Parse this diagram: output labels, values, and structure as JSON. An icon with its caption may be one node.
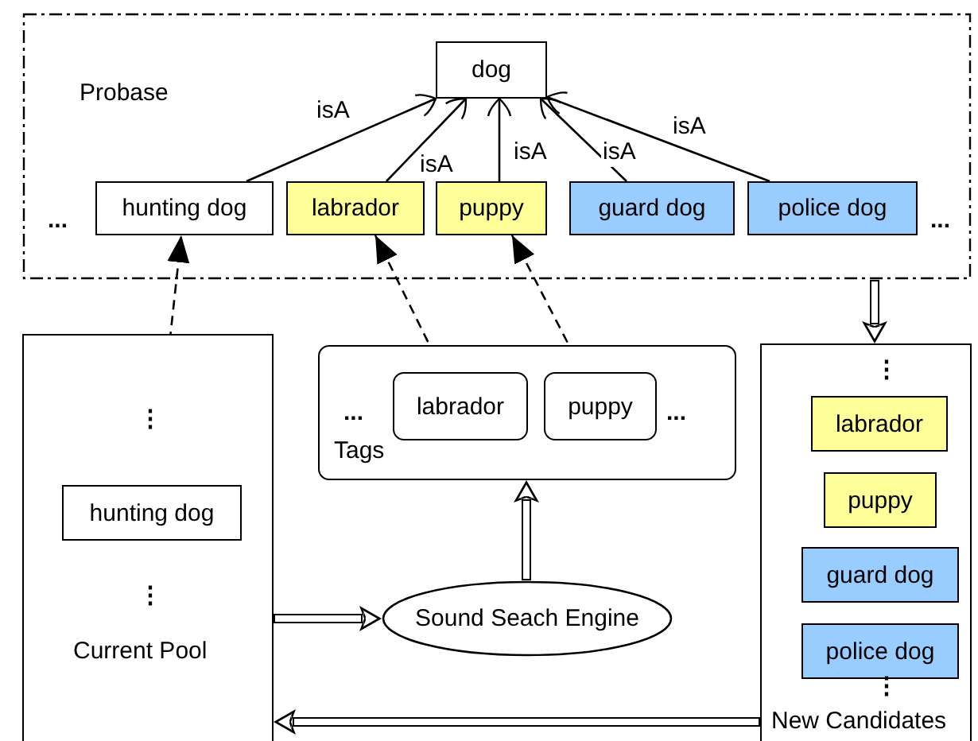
{
  "diagram": {
    "nodes": [
      {
        "text": [
          "Probase"
        ]
      },
      {
        "text": [
          "dog"
        ],
        "in": 0
      },
      {
        "text": [
          "hunting dog"
        ],
        "in": 0
      },
      {
        "text": [
          "labrador"
        ],
        "in": 0
      },
      {
        "text": [
          "puppy"
        ],
        "in": 0
      },
      {
        "text": [
          "guard dog"
        ],
        "in": 0
      },
      {
        "text": [
          "police dog"
        ],
        "in": 0
      },
      {
        "text": [
          "Current Pool"
        ]
      },
      {
        "text": [
          "hunting dog"
        ],
        "in": 7
      },
      {
        "text": [
          "Tags"
        ]
      },
      {
        "text": [
          "labrador"
        ],
        "in": 9
      },
      {
        "text": [
          "puppy"
        ],
        "in": 9
      },
      {
        "text": [
          "Sound Seach Engine"
        ]
      },
      {
        "text": [
          "New Candidates"
        ]
      },
      {
        "text": [
          "labrador"
        ],
        "in": 13
      },
      {
        "text": [
          "puppy"
        ],
        "in": 13
      },
      {
        "text": [
          "guard dog"
        ],
        "in": 13
      },
      {
        "text": [
          "police dog"
        ],
        "in": 13
      }
    ],
    "edges": [
      {
        "from": 2,
        "to": 1,
        "arrow": "to",
        "label": "isA"
      },
      {
        "from": 3,
        "to": 1,
        "arrow": "to",
        "label": "isA"
      },
      {
        "from": 4,
        "to": 1,
        "arrow": "to",
        "label": "isA"
      },
      {
        "from": 5,
        "to": 1,
        "arrow": "to",
        "label": "isA"
      },
      {
        "from": 6,
        "to": 1,
        "arrow": "to",
        "label": "isA"
      },
      {
        "from": 8,
        "to": 2,
        "arrow": "to",
        "style": "dashed"
      },
      {
        "from": 10,
        "to": 3,
        "arrow": "to",
        "style": "dashed"
      },
      {
        "from": 11,
        "to": 4,
        "arrow": "to",
        "style": "dashed"
      },
      {
        "from": 0,
        "to": 13,
        "arrow": "to",
        "style": "thick"
      },
      {
        "from": 7,
        "to": 12,
        "arrow": "to",
        "style": "thick"
      },
      {
        "from": 12,
        "to": 9,
        "arrow": "to",
        "style": "thick"
      },
      {
        "from": 13,
        "to": 7,
        "arrow": "to",
        "style": "thick"
      }
    ],
    "labels": [
      "...",
      "...",
      "⋮",
      "...",
      "...",
      "⋮",
      "⋮",
      "⋮"
    ]
  }
}
